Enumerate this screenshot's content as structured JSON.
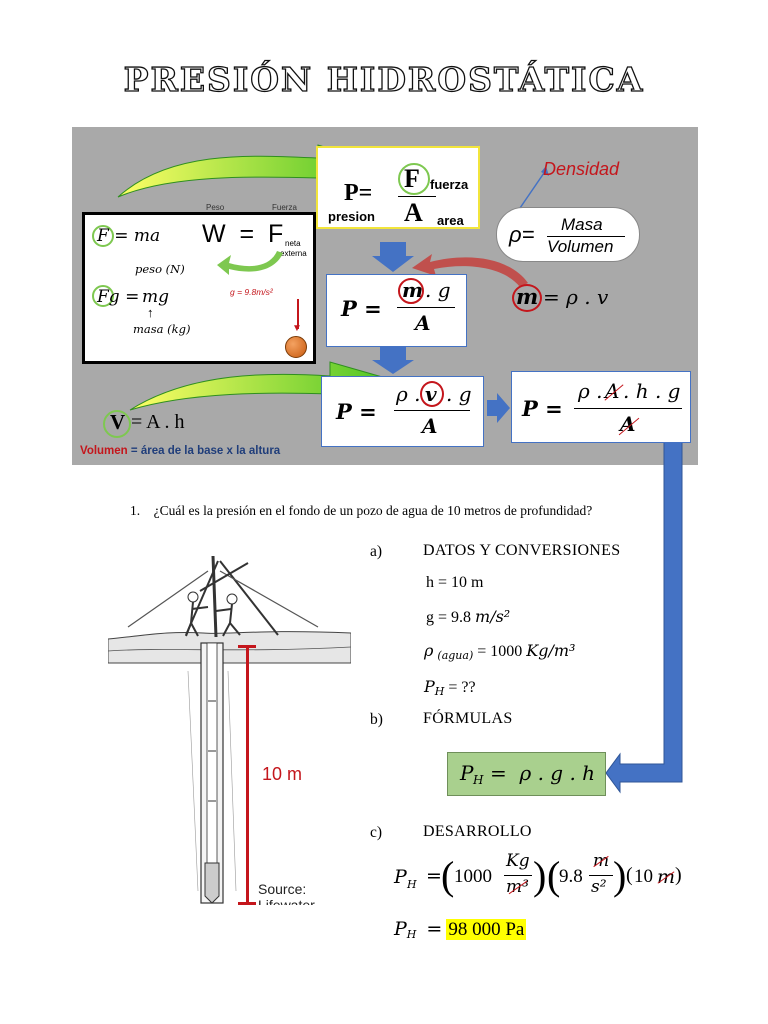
{
  "page": {
    "title": "PRESIÓN HIDROSTÁTICA"
  },
  "diagram": {
    "pressure_def": {
      "p_label": "P=",
      "presion": "presion",
      "F": "F",
      "fuerza": "fuerza",
      "A": "A",
      "area": "area"
    },
    "density": {
      "label": "Densidad",
      "rho_eq": "ρ=",
      "numer": "Masa",
      "denom": "Volumen"
    },
    "newton_box": {
      "f_ma": "F = ma",
      "peso_label": "Peso",
      "fuerza_label": "Fuerza",
      "w_eq_f": "W  =  F",
      "neta": "neta",
      "externa": "externa",
      "fg_lhs": "Fg =",
      "mg": "mg",
      "peso_n": "peso (N)",
      "masa_kg": "masa (kg)",
      "gravity": "g = 9.8m/s²"
    },
    "step1": {
      "p_eq": "P =",
      "numer_m": "m",
      "numer_rest": ". g",
      "denom": "A"
    },
    "mass_eq": {
      "m": "m",
      "rhs": "= ρ . v"
    },
    "step2": {
      "p_eq": "P =",
      "numer_rho": "ρ .",
      "numer_v": "v",
      "numer_rest": ". g",
      "denom": "A"
    },
    "step3": {
      "p_eq": "P =",
      "numer_rho": "ρ .",
      "numer_a": "A",
      "numer_rest": ". h . g",
      "denom": "A"
    },
    "volume": {
      "v": "V",
      "rhs": "= A . h",
      "desc_word": "Volumen",
      "desc_rest": "= área  de la base x  la altura"
    }
  },
  "question": {
    "text": "1.    ¿Cuál es la presión en el fondo de un pozo de agua de 10 metros de profundidad?"
  },
  "well_image": {
    "depth_label": "10 m",
    "source": "Source: Lifewater"
  },
  "sections": {
    "a_label": "a)",
    "a_title": "DATOS Y CONVERSIONES",
    "b_label": "b)",
    "b_title": "FÓRMULAS",
    "c_label": "c)",
    "c_title": "DESARROLLO"
  },
  "data": {
    "h": "h = 10 m",
    "g_lhs": "g = 9.8",
    "g_unit": "m/s²",
    "rho": "ρ",
    "rho_sub": "(agua)",
    "rho_val": "= 1000",
    "rho_unit": "Kg/m³",
    "ph": "P",
    "ph_sub": "H",
    "ph_val": "= ??"
  },
  "formula": {
    "text": "P",
    "sub": "H",
    "rhs": "=  ρ . g . h"
  },
  "development": {
    "ph": "P",
    "ph_sub": "H",
    "eq": "=",
    "v1": "1000",
    "u1n": "Kg",
    "u1d": "m³",
    "v2": "9.8",
    "u2n": "m",
    "u2d": "s²",
    "v3": "10",
    "u3": "m",
    "result_lhs": "=",
    "result": "98 000 Pa"
  }
}
